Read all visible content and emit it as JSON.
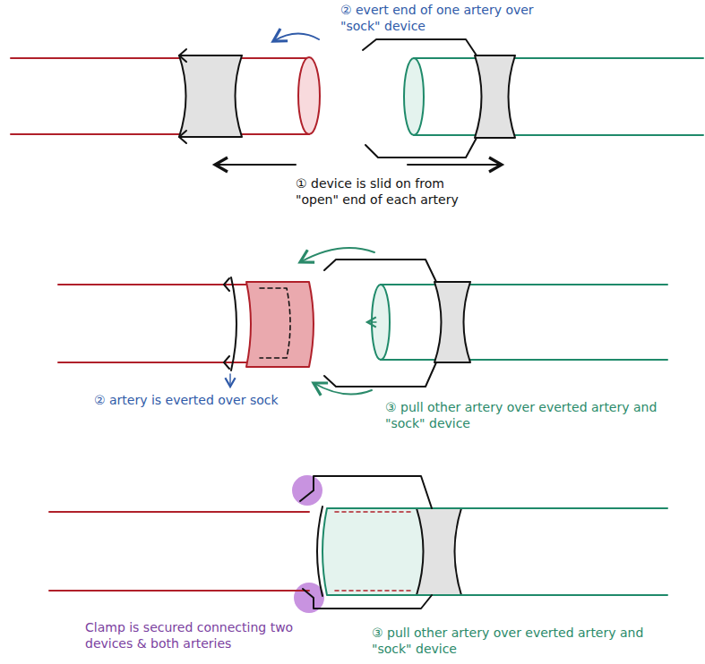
{
  "diagram": {
    "labels": [
      "② evert end of one artery over \"sock\" device",
      "① device is slid on from \"open\" end of each artery",
      "② artery is everted over sock",
      "③ pull other artery over everted artery and \"sock\" device",
      "Clamp is secured connecting two devices & both arteries",
      "③ pull other artery over everted artery and \"sock\" device"
    ]
  }
}
